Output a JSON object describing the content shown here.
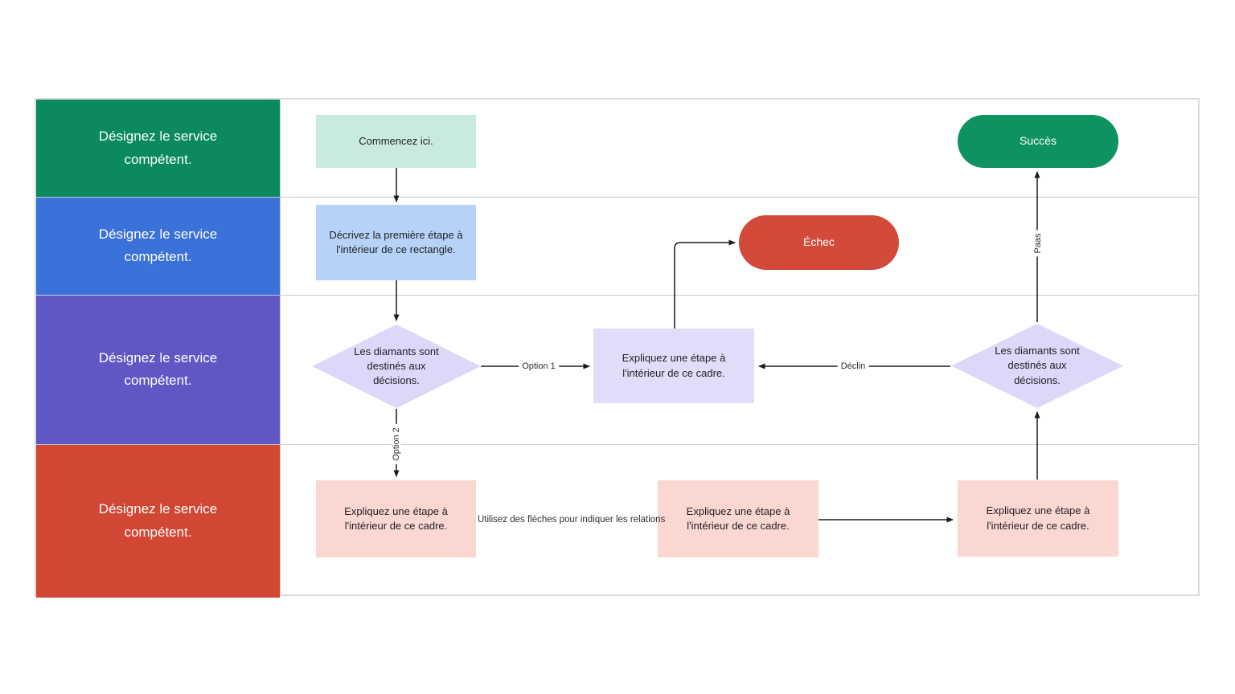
{
  "lanes": [
    {
      "label": [
        "Désignez le service",
        "compétent."
      ],
      "color": "#0a8a5e"
    },
    {
      "label": [
        "Désignez le service",
        "compétent."
      ],
      "color": "#3b72d9"
    },
    {
      "label": [
        "Désignez le service",
        "compétent."
      ],
      "color": "#5f58c4"
    },
    {
      "label": [
        "Désignez le service",
        "compétent."
      ],
      "color": "#d24634"
    }
  ],
  "nodes": {
    "start": {
      "label": "Commencez ici.",
      "fill": "#c9ebdd"
    },
    "step1": {
      "label": [
        "Décrivez la première étape à",
        "l'intérieur de ce rectangle."
      ],
      "fill": "#b6d3f7"
    },
    "decision_left": {
      "label": [
        "Les diamants sont",
        "destinés aux",
        "décisions."
      ],
      "fill": "#ddd7fa"
    },
    "process_center": {
      "label": [
        "Expliquez une étape à",
        "l'intérieur de ce cadre."
      ],
      "fill": "#e2dcfb"
    },
    "fail": {
      "label": "Échec",
      "fill": "#d34a3a"
    },
    "success": {
      "label": "Succès",
      "fill": "#0e9260"
    },
    "decision_right": {
      "label": [
        "Les diamants sont",
        "destinés aux",
        "décisions."
      ],
      "fill": "#ddd7fa"
    },
    "process_bottom_left": {
      "label": [
        "Expliquez une étape à",
        "l'intérieur de ce cadre."
      ],
      "fill": "#fbd7d2"
    },
    "process_bottom_mid": {
      "label": [
        "Expliquez une étape à",
        "l'intérieur de ce cadre."
      ],
      "fill": "#fbd7d2"
    },
    "process_bottom_right": {
      "label": [
        "Expliquez une étape à",
        "l'intérieur de ce cadre."
      ],
      "fill": "#fbd7d2"
    }
  },
  "edge_labels": {
    "option1": "Option 1",
    "option2": "Option 2",
    "decline": "Déclin",
    "pass": "Paas",
    "hint": "Utilisez des flèches pour indiquer les relations"
  },
  "colors": {
    "connector": "#1a1a1a",
    "grid": "#c9c9c9",
    "border": "#dcdcdc"
  }
}
